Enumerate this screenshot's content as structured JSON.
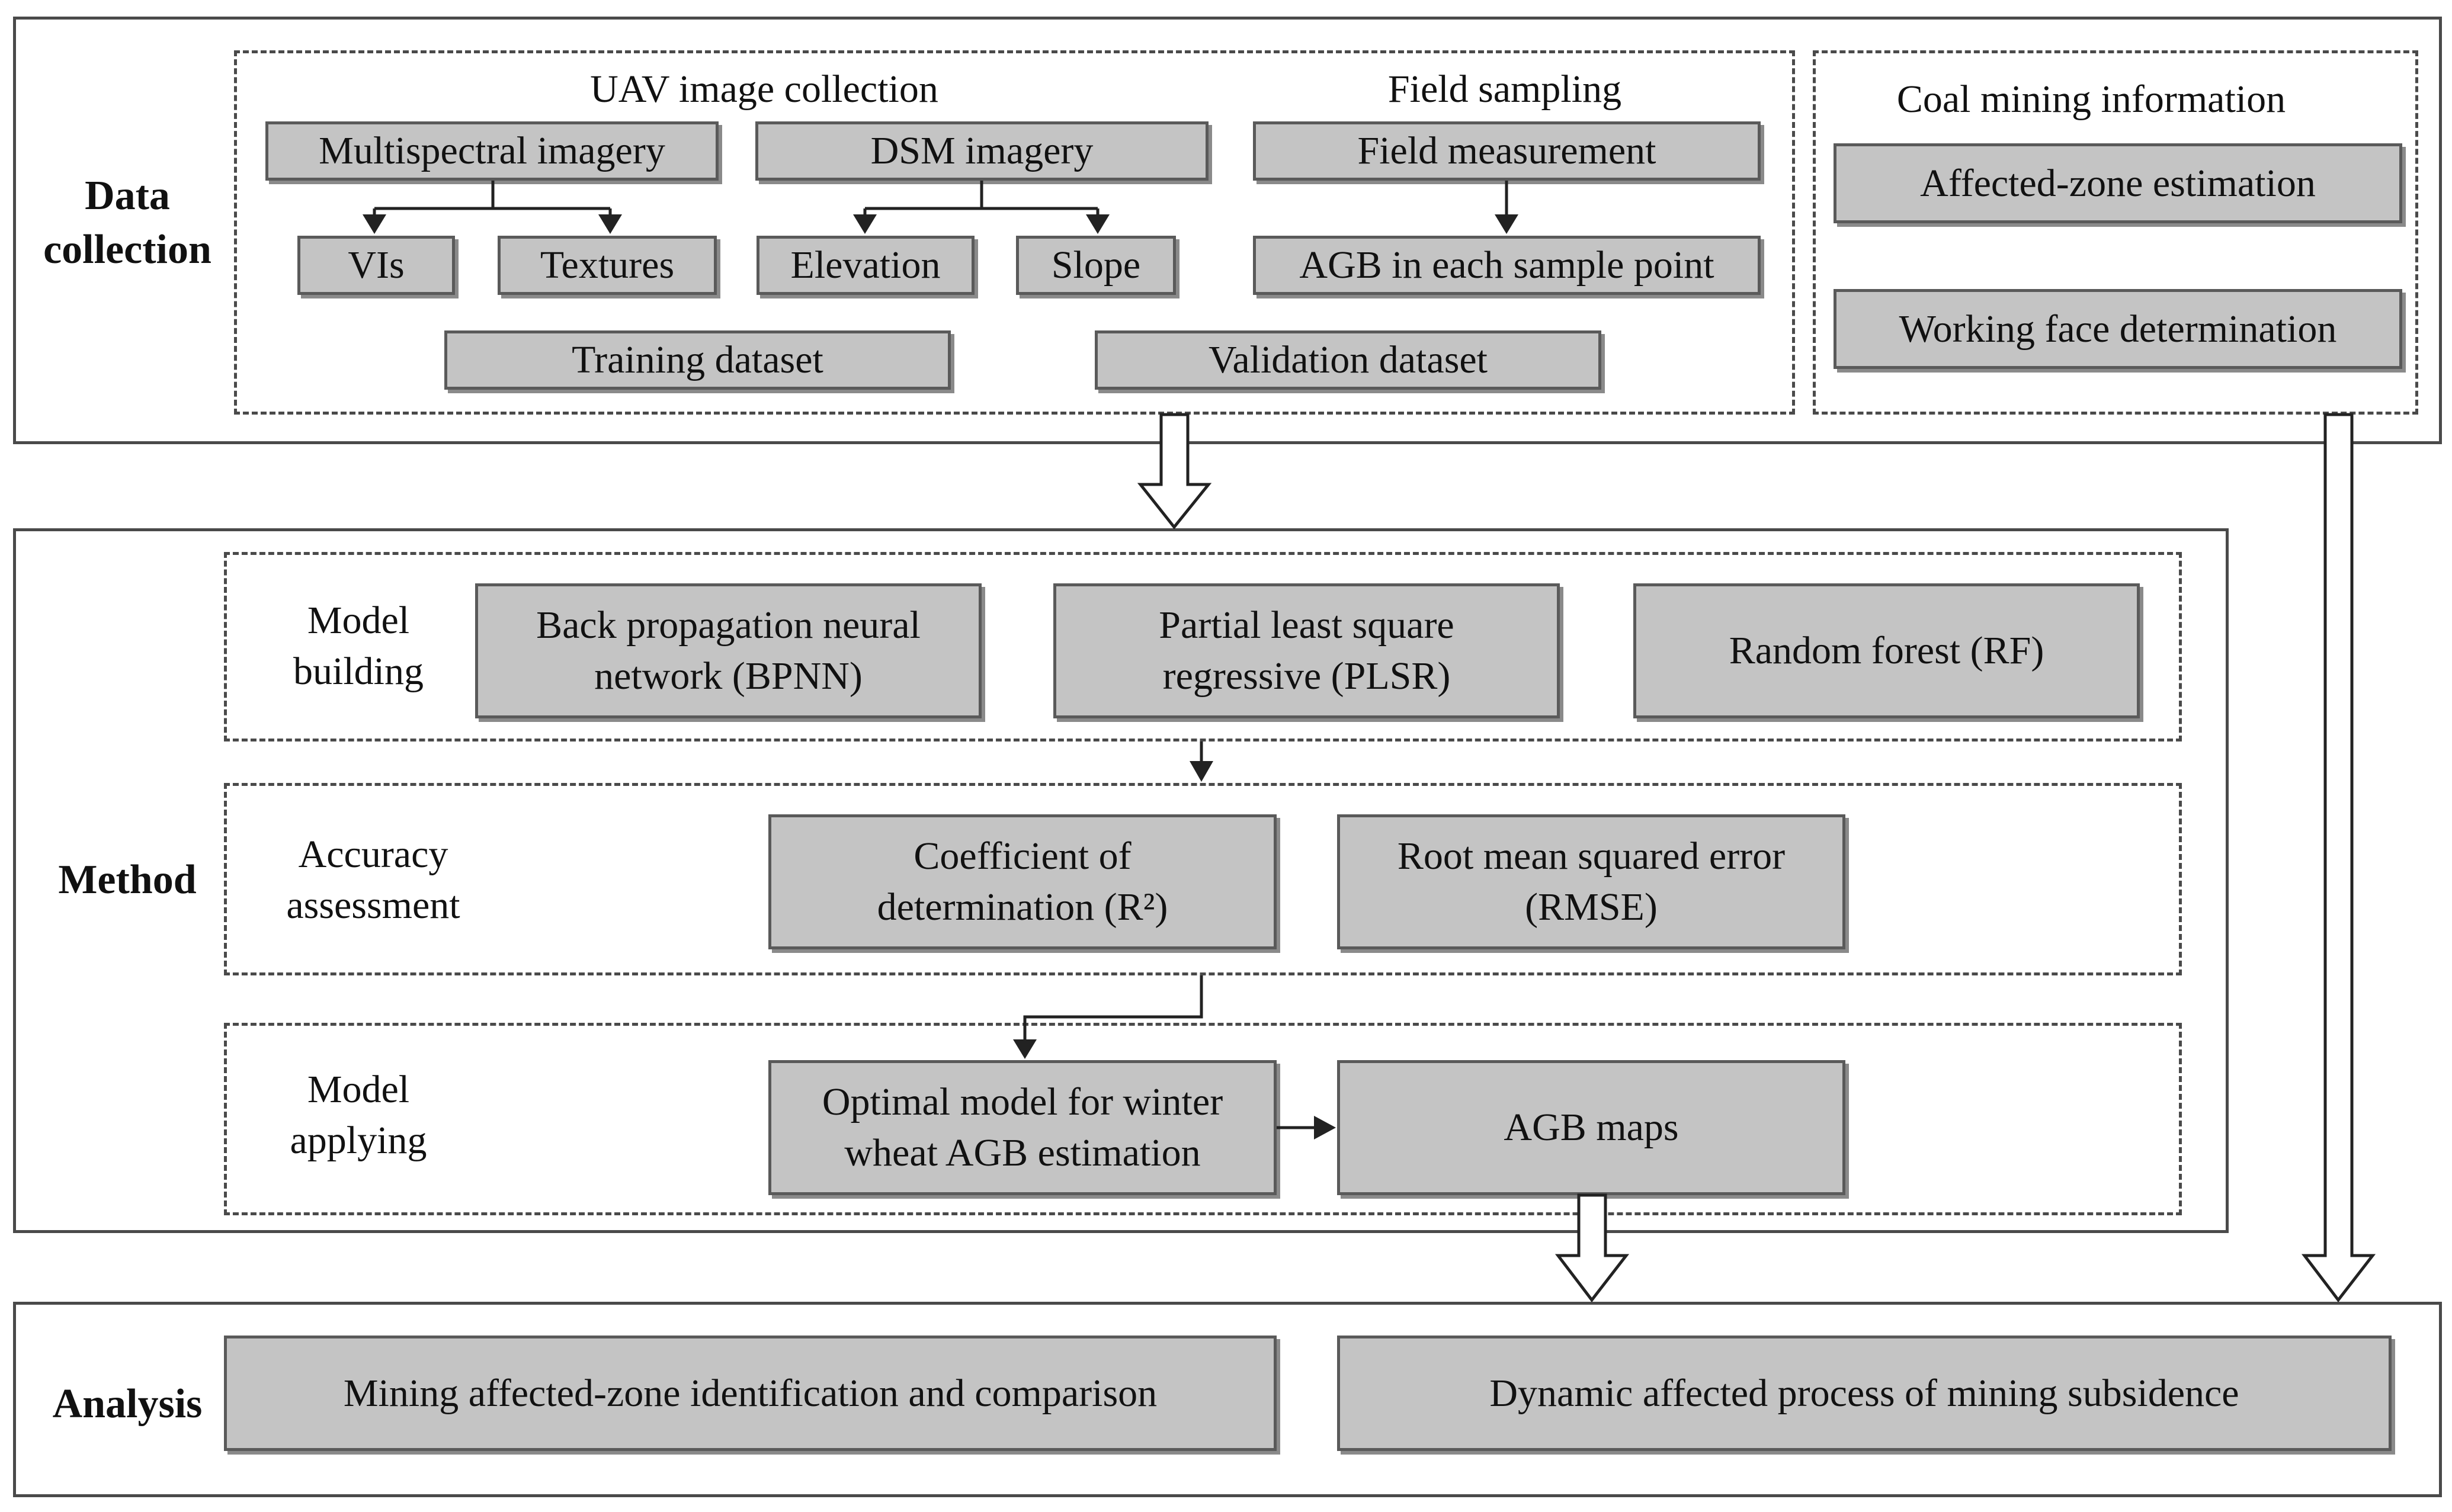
{
  "sections": {
    "data_collection": "Data\ncollection",
    "method": "Method",
    "analysis": "Analysis"
  },
  "data_collection": {
    "uav_title": "UAV image collection",
    "field_title": "Field sampling",
    "coal_title": "Coal mining information",
    "multispectral": "Multispectral imagery",
    "dsm": "DSM imagery",
    "field_measurement": "Field measurement",
    "vis": "VIs",
    "textures": "Textures",
    "elevation": "Elevation",
    "slope": "Slope",
    "agb_sample": "AGB in each sample point",
    "training": "Training dataset",
    "validation": "Validation dataset",
    "affected_zone_estimation": "Affected-zone estimation",
    "working_face": "Working face determination"
  },
  "method": {
    "model_building": "Model\nbuilding",
    "bpnn": "Back propagation neural\nnetwork (BPNN)",
    "plsr": "Partial least square\nregressive (PLSR)",
    "rf": "Random forest (RF)",
    "accuracy": "Accuracy\nassessment",
    "r2": "Coefficient of\ndetermination (R²)",
    "rmse": "Root mean squared error\n(RMSE)",
    "model_applying": "Model\napplying",
    "optimal": "Optimal model for winter\nwheat AGB estimation",
    "agb_maps": "AGB maps"
  },
  "analysis": {
    "identification": "Mining affected-zone identification and comparison",
    "dynamic": "Dynamic affected process of mining subsidence"
  }
}
